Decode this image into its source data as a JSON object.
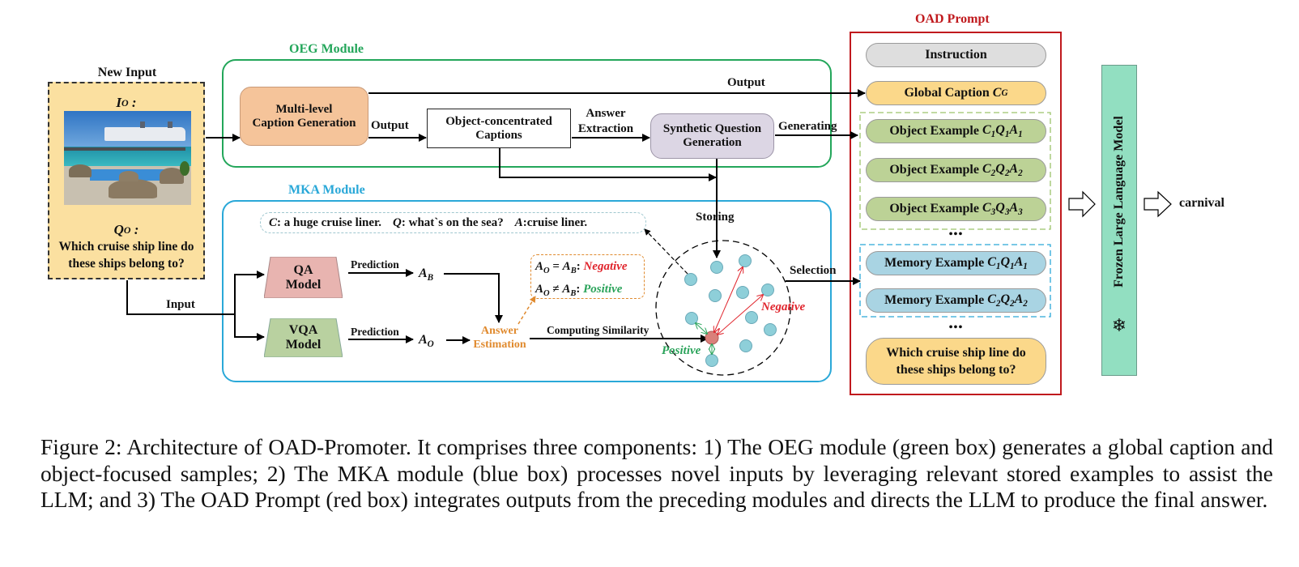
{
  "figure": {
    "new_input": {
      "title": "New Input",
      "image_label": "I",
      "image_label_sub": "O",
      "image_alt": "photo of cruise ships docked near a beach resort with thatched umbrellas and a pool",
      "question_label": "Q",
      "question_label_sub": "O",
      "question_line1": "Which cruise ship line do",
      "question_line2": "these ships belong to?"
    },
    "oeg_module": {
      "title": "OEG Module",
      "color": "#23a65a",
      "caption_gen_line1": "Multi-level",
      "caption_gen_line2": "Caption Generation",
      "output_label": "Output",
      "obj_captions_line1": "Object-concentrated",
      "obj_captions_line2": "Captions",
      "answer_extraction_line1": "Answer",
      "answer_extraction_line2": "Extraction",
      "synth_q_line1": "Synthetic Question",
      "synth_q_line2": "Generation",
      "generating_label": "Generating",
      "top_output_label": "Output"
    },
    "mka_module": {
      "title": "MKA Module",
      "color": "#2aa8d8",
      "example_c_label": "C",
      "example_c_text": ": a huge cruise liner.",
      "example_q_label": "Q",
      "example_q_text": ": what`s on the sea?",
      "example_a_label": "A",
      "example_a_text": ":cruise liner.",
      "input_label": "Input",
      "qa_model_line1": "QA",
      "qa_model_line2": "Model",
      "vqa_model_line1": "VQA",
      "vqa_model_line2": "Model",
      "prediction_label": "Prediction",
      "ab_label": "A",
      "ab_sub": "B",
      "ao_label": "A",
      "ao_sub": "O",
      "answer_estimation_line1": "Answer",
      "answer_estimation_line2": "Estimation",
      "rule_eq": "= ",
      "rule_neq": "≠ ",
      "negative": "Negative",
      "positive": "Positive",
      "computing_similarity": "Computing Similarity",
      "storing_label": "Storing",
      "selection_label": "Selection"
    },
    "oad_prompt": {
      "title": "OAD Prompt",
      "color": "#c0191d",
      "instruction": "Instruction",
      "global_caption": "Global Caption ",
      "global_caption_var": "C",
      "global_caption_sub": "G",
      "object_examples": [
        {
          "label": "Object Example ",
          "idx": "1"
        },
        {
          "label": "Object Example ",
          "idx": "2"
        },
        {
          "label": "Object Example ",
          "idx": "3"
        }
      ],
      "memory_examples": [
        {
          "label": "Memory Example ",
          "idx": "1"
        },
        {
          "label": "Memory Example ",
          "idx": "2"
        }
      ],
      "ellipsis": "•••",
      "question_line1": "Which cruise ship line do",
      "question_line2": "these ships belong to?"
    },
    "llm": {
      "label": "Frozen Large Language Model",
      "icon": "snowflake-icon",
      "icon_glyph": "❄"
    },
    "final_answer": "carnival"
  },
  "caption": {
    "text": "Figure 2: Architecture of OAD-Promoter. It comprises three components: 1) The OEG module (green box) generates a global caption and object-focused samples; 2) The MKA module (blue box) processes novel inputs by leveraging relevant stored examples to assist the LLM; and 3) The OAD Prompt (red box) integrates outputs from the preceding modules and directs the LLM to produce the final answer."
  }
}
